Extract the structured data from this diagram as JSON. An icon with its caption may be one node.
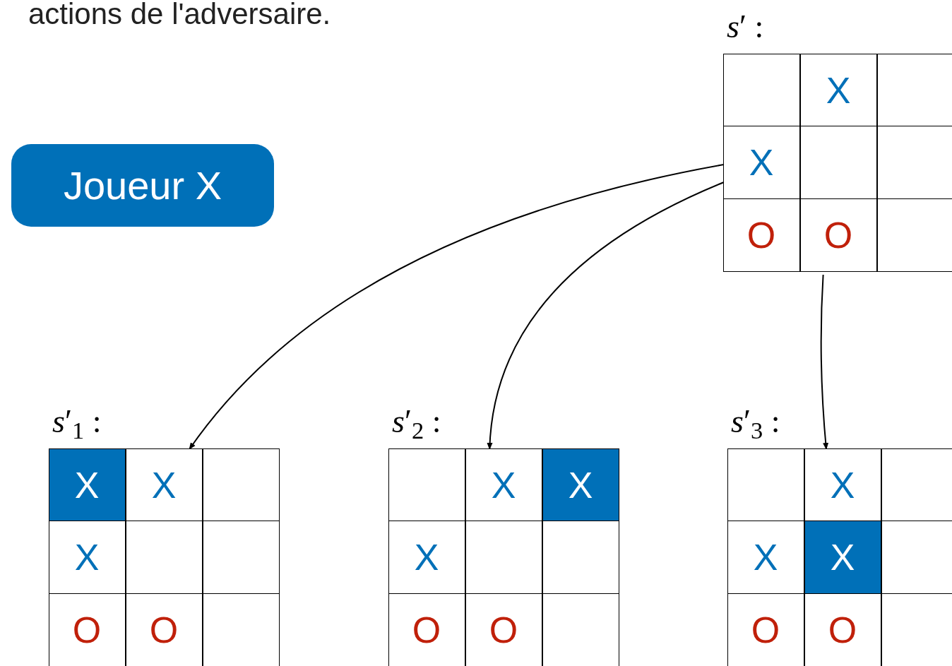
{
  "diagram": {
    "nodes": [
      {
        "text": [
          "Joueur X"
        ]
      },
      {
        "text": [],
        "shape": "box",
        "beside": [
          "*s*′ :"
        ]
      },
      {
        "text": [],
        "shape": "box",
        "in": 1
      },
      {
        "text": [
          "X"
        ],
        "in": 1
      },
      {
        "text": [],
        "shape": "box",
        "in": 1
      },
      {
        "text": [
          "X"
        ],
        "in": 1
      },
      {
        "text": [],
        "shape": "box",
        "in": 1
      },
      {
        "text": [],
        "shape": "box",
        "in": 1
      },
      {
        "text": [
          "O"
        ],
        "in": 1
      },
      {
        "text": [
          "O"
        ],
        "in": 1
      },
      {
        "text": [],
        "shape": "box",
        "in": 1
      },
      {
        "text": [],
        "shape": "box",
        "beside": [
          "*s*′$_{1}$ :"
        ]
      },
      {
        "text": [
          "X"
        ],
        "in": 11
      },
      {
        "text": [
          "X"
        ],
        "in": 11
      },
      {
        "text": [],
        "shape": "box",
        "in": 11
      },
      {
        "text": [
          "X"
        ],
        "in": 11
      },
      {
        "text": [],
        "shape": "box",
        "in": 11
      },
      {
        "text": [],
        "shape": "box",
        "in": 11
      },
      {
        "text": [
          "O"
        ],
        "in": 11
      },
      {
        "text": [
          "O"
        ],
        "in": 11
      },
      {
        "text": [],
        "shape": "box",
        "in": 11
      },
      {
        "text": [],
        "shape": "box",
        "beside": [
          "*s*′$_{2}$ :"
        ]
      },
      {
        "text": [],
        "shape": "box",
        "in": 21
      },
      {
        "text": [
          "X"
        ],
        "in": 21
      },
      {
        "text": [
          "X"
        ],
        "in": 21
      },
      {
        "text": [
          "X"
        ],
        "in": 21
      },
      {
        "text": [],
        "shape": "box",
        "in": 21
      },
      {
        "text": [],
        "shape": "box",
        "in": 21
      },
      {
        "text": [
          "O"
        ],
        "in": 21
      },
      {
        "text": [
          "O"
        ],
        "in": 21
      },
      {
        "text": [],
        "shape": "box",
        "in": 21
      },
      {
        "text": [],
        "shape": "box",
        "beside": [
          "*s*′$_{3}$ :"
        ]
      },
      {
        "text": [],
        "shape": "box",
        "in": 31
      },
      {
        "text": [
          "X"
        ],
        "in": 31
      },
      {
        "text": [],
        "shape": "box",
        "in": 31
      },
      {
        "text": [
          "X"
        ],
        "in": 31
      },
      {
        "text": [
          "X"
        ],
        "in": 31
      },
      {
        "text": [],
        "shape": "box",
        "in": 31
      },
      {
        "text": [
          "O"
        ],
        "in": 31
      },
      {
        "text": [
          "O"
        ],
        "in": 31
      },
      {
        "text": [],
        "shape": "box",
        "in": 31
      }
    ],
    "edges": [
      {
        "from": 1,
        "to": 11,
        "arrow": "to"
      },
      {
        "from": 1,
        "to": 21,
        "arrow": "to"
      },
      {
        "from": 1,
        "to": 31,
        "arrow": "to"
      }
    ],
    "labels": [
      "actions de l'adversaire."
    ]
  }
}
